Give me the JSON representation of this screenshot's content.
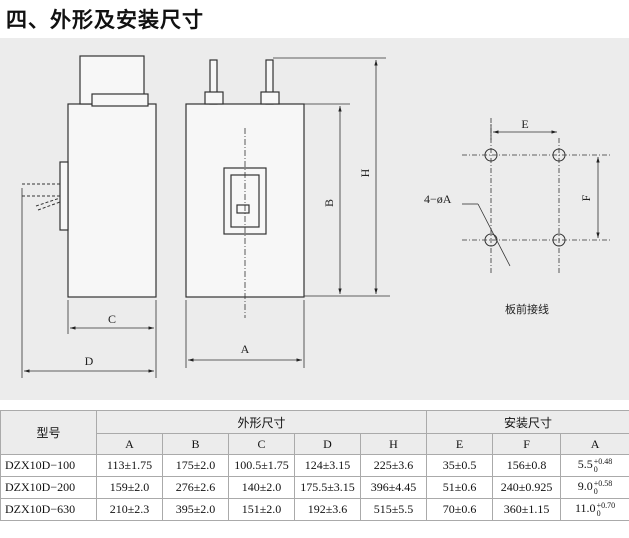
{
  "title": "四、外形及安装尺寸",
  "drawing": {
    "labels": {
      "C": "C",
      "D": "D",
      "A": "A",
      "B": "B",
      "H": "H",
      "E": "E",
      "F": "F",
      "hole": "4−øA"
    },
    "caption": "板前接线"
  },
  "table": {
    "model_header": "型号",
    "group_outline": "外形尺寸",
    "group_install": "安装尺寸",
    "columns": [
      "A",
      "B",
      "C",
      "D",
      "H",
      "E",
      "F",
      "A"
    ],
    "rows": [
      {
        "model": "DZX10D−100",
        "A": "113±1.75",
        "B": "175±2.0",
        "C": "100.5±1.75",
        "D": "124±3.15",
        "H": "225±3.6",
        "E": "35±0.5",
        "F": "156±0.8",
        "hole": "5.5",
        "hole_tol_upper": "+0.48",
        "hole_tol_lower": "0"
      },
      {
        "model": "DZX10D−200",
        "A": "159±2.0",
        "B": "276±2.6",
        "C": "140±2.0",
        "D": "175.5±3.15",
        "H": "396±4.45",
        "E": "51±0.6",
        "F": "240±0.925",
        "hole": "9.0",
        "hole_tol_upper": "+0.58",
        "hole_tol_lower": "0"
      },
      {
        "model": "DZX10D−630",
        "A": "210±2.3",
        "B": "395±2.0",
        "C": "151±2.0",
        "D": "192±3.6",
        "H": "515±5.5",
        "E": "70±0.6",
        "F": "360±1.15",
        "hole": "11.0",
        "hole_tol_upper": "+0.70",
        "hole_tol_lower": "0"
      }
    ]
  }
}
